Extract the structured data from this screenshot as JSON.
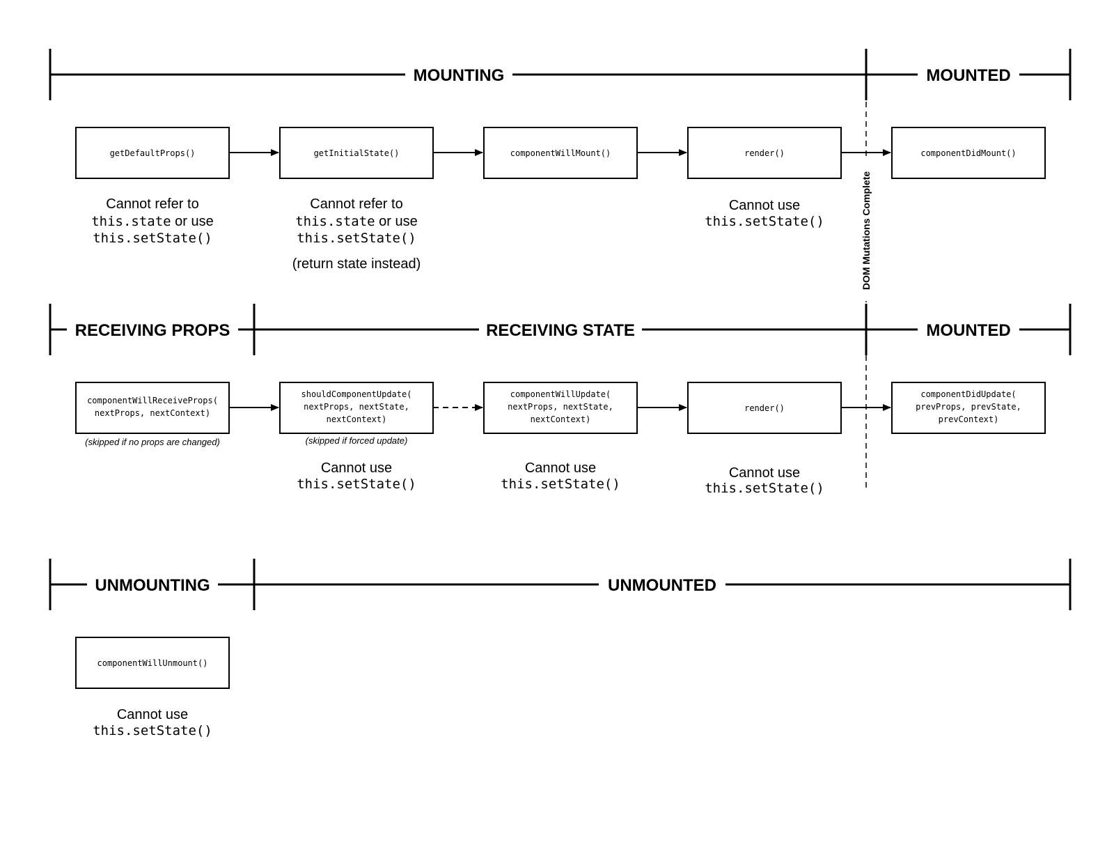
{
  "phases": {
    "mounting": "MOUNTING",
    "mounted_top": "MOUNTED",
    "receiving_props": "RECEIVING PROPS",
    "receiving_state": "RECEIVING STATE",
    "mounted_mid": "MOUNTED",
    "unmounting": "UNMOUNTING",
    "unmounted": "UNMOUNTED"
  },
  "dom_marker": "DOM Mutations Complete",
  "mounting_methods": {
    "get_default_props": "getDefaultProps()",
    "get_initial_state": "getInitialState()",
    "component_will_mount": "componentWillMount()",
    "render": "render()",
    "component_did_mount": "componentDidMount()"
  },
  "updating_methods": {
    "component_will_receive_props": [
      "componentWillReceiveProps(",
      "nextProps, nextContext)"
    ],
    "should_component_update": [
      "shouldComponentUpdate(",
      "nextProps, nextState,",
      "nextContext)"
    ],
    "component_will_update": [
      "componentWillUpdate(",
      "nextProps, nextState,",
      "nextContext)"
    ],
    "render": "render()",
    "component_did_update": [
      "componentDidUpdate(",
      "prevProps, prevState,",
      "prevContext)"
    ]
  },
  "unmounting_methods": {
    "component_will_unmount": "componentWillUnmount()"
  },
  "notes": {
    "default_props": {
      "line1": "Cannot refer to",
      "code2": "this.state",
      "text2": " or use",
      "code3": "this.setState()"
    },
    "initial_state": {
      "line1": "Cannot refer to",
      "code2": "this.state",
      "text2": " or use",
      "code3": "this.setState()",
      "extra": "(return state instead)"
    },
    "render_mount": {
      "line1": "Cannot use",
      "code2": "this.setState()"
    },
    "should_update": {
      "line1": "Cannot use",
      "code2": "this.setState()"
    },
    "will_update": {
      "line1": "Cannot use",
      "code2": "this.setState()"
    },
    "render_update": {
      "line1": "Cannot use",
      "code2": "this.setState()"
    },
    "will_unmount": {
      "line1": "Cannot use",
      "code2": "this.setState()"
    }
  },
  "skips": {
    "receive_props": "(skipped if no props are changed)",
    "forced_update": "(skipped if forced update)"
  }
}
